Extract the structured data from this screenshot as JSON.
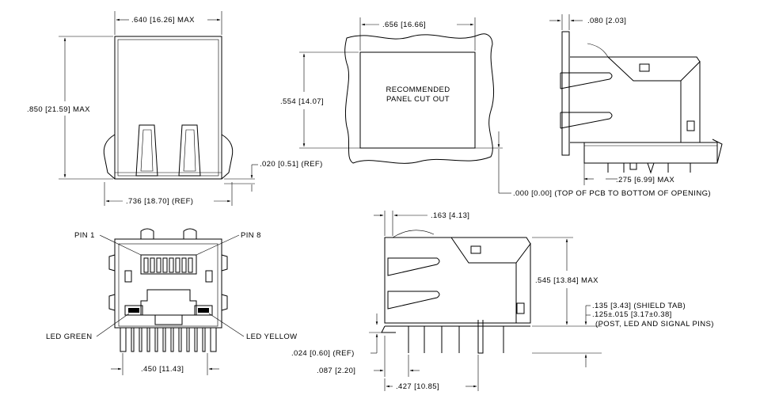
{
  "views": {
    "front": {
      "width": ".640 [16.26] MAX",
      "height": ".850 [21.59] MAX",
      "offset": ".020 [0.51] (REF)",
      "total_width": ".736 [18.70] (REF)"
    },
    "panel": {
      "width": ".656 [16.66]",
      "height": ".554 [14.07]",
      "label_line1": "RECOMMENDED",
      "label_line2": "PANEL CUT OUT",
      "zero_ref": ".000 [0.00] (TOP OF PCB TO BOTTOM OF OPENING)"
    },
    "side_top": {
      "thickness": ".080 [2.03]",
      "depth": ".275 [6.99] MAX"
    },
    "rear": {
      "pin1": "PIN 1",
      "pin8": "PIN 8",
      "led_green": "LED GREEN",
      "led_yellow": "LED YELLOW",
      "pitch": ".450 [11.43]"
    },
    "side_bottom": {
      "tab_height": ".163 [4.13]",
      "height": ".545 [13.84] MAX",
      "shield_tab": ".135 [3.43] (SHIELD TAB)",
      "post_len": ".125±.015 [3.17±0.38]",
      "post_note": "(POST, LED AND SIGNAL PINS)",
      "standoff": ".024 [0.60] (REF)",
      "offset1": ".087 [2.20]",
      "offset2": ".427 [10.85]"
    }
  }
}
